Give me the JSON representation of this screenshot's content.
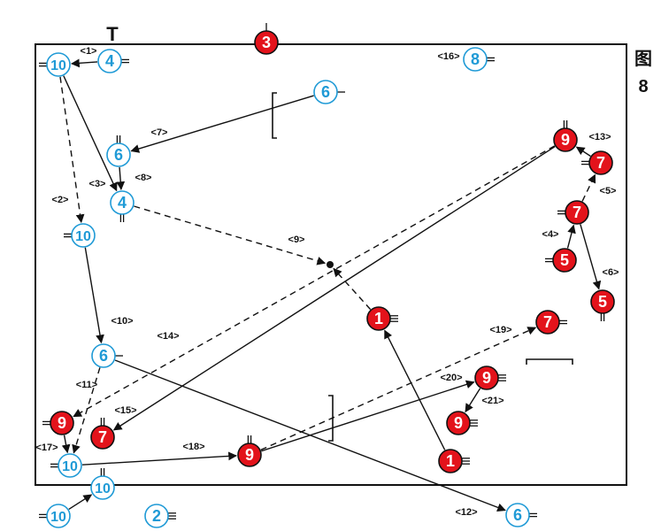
{
  "figure": {
    "caption_char": "图",
    "caption_num": "8"
  },
  "colors": {
    "red": "#e3131b",
    "blue": "#1f9ad6",
    "line": "#111111"
  },
  "tee_symbol": "T",
  "nodes": [
    {
      "id": "b10a",
      "label": "10",
      "team": "blue"
    },
    {
      "id": "b4a",
      "label": "4",
      "team": "blue"
    },
    {
      "id": "r3",
      "label": "3",
      "team": "red"
    },
    {
      "id": "b8",
      "label": "8",
      "team": "blue"
    },
    {
      "id": "b6a",
      "label": "6",
      "team": "blue"
    },
    {
      "id": "b6b",
      "label": "6",
      "team": "blue"
    },
    {
      "id": "b4b",
      "label": "4",
      "team": "blue"
    },
    {
      "id": "b10b",
      "label": "10",
      "team": "blue"
    },
    {
      "id": "r9a",
      "label": "9",
      "team": "red"
    },
    {
      "id": "r7a",
      "label": "7",
      "team": "red"
    },
    {
      "id": "r7b",
      "label": "7",
      "team": "red"
    },
    {
      "id": "r5a",
      "label": "5",
      "team": "red"
    },
    {
      "id": "r5b",
      "label": "5",
      "team": "red"
    },
    {
      "id": "r1a",
      "label": "1",
      "team": "red"
    },
    {
      "id": "r7c",
      "label": "7",
      "team": "red"
    },
    {
      "id": "b6c",
      "label": "6",
      "team": "blue"
    },
    {
      "id": "r9b",
      "label": "9",
      "team": "red"
    },
    {
      "id": "r9c",
      "label": "9",
      "team": "red"
    },
    {
      "id": "r9d",
      "label": "9",
      "team": "red"
    },
    {
      "id": "r7d",
      "label": "7",
      "team": "red"
    },
    {
      "id": "b10c",
      "label": "10",
      "team": "blue"
    },
    {
      "id": "r9e",
      "label": "9",
      "team": "red"
    },
    {
      "id": "r1b",
      "label": "1",
      "team": "red"
    },
    {
      "id": "b10d",
      "label": "10",
      "team": "blue"
    },
    {
      "id": "b10e",
      "label": "10",
      "team": "blue"
    },
    {
      "id": "b2",
      "label": "2",
      "team": "blue"
    },
    {
      "id": "b6d",
      "label": "6",
      "team": "blue"
    }
  ],
  "edges": [
    {
      "from": "b4a",
      "to": "b10a",
      "style": "solid",
      "label": "<1>"
    },
    {
      "from": "b10a",
      "to": "b10b",
      "style": "dashed",
      "label": "<2>"
    },
    {
      "from": "b10a",
      "to": "b4b",
      "style": "solid",
      "label": "<3>"
    },
    {
      "from": "b6a",
      "to": "b6b",
      "style": "solid",
      "label": "<7>"
    },
    {
      "from": "b6b",
      "to": "b4b",
      "style": "solid",
      "label": "<8>"
    },
    {
      "from": "b4b",
      "to": "ball",
      "style": "dashed",
      "label": "<9>"
    },
    {
      "from": "b10b",
      "to": "b6c",
      "style": "solid",
      "label": "<10>"
    },
    {
      "from": "b6c",
      "to": "b10c",
      "style": "dashed",
      "label": "<11>"
    },
    {
      "from": "b6c",
      "to": "b6d",
      "style": "solid",
      "label": "<12>"
    },
    {
      "from": "r7a",
      "to": "r9a",
      "style": "solid",
      "label": "<13>"
    },
    {
      "from": "r9a",
      "to": "r9b",
      "style": "dashed",
      "label": "<14>"
    },
    {
      "from": "r9a",
      "to": "r7d",
      "style": "solid",
      "label": "<15>"
    },
    {
      "from": "r9b",
      "to": "b10c",
      "style": "solid",
      "label": "<17>"
    },
    {
      "from": "b10c",
      "to": "r9e",
      "style": "solid",
      "label": "<18>"
    },
    {
      "from": "r9e",
      "to": "r7c",
      "style": "dashed",
      "label": "<19>"
    },
    {
      "from": "r9e",
      "to": "r9c",
      "style": "solid",
      "label": "<20>"
    },
    {
      "from": "r9c",
      "to": "r9d",
      "style": "solid",
      "label": "<21>"
    },
    {
      "from": "r5a",
      "to": "r7b",
      "style": "solid",
      "label": "<4>"
    },
    {
      "from": "r7b",
      "to": "r7a",
      "style": "dashed",
      "label": "<5>"
    },
    {
      "from": "r7b",
      "to": "r5b",
      "style": "solid",
      "label": "<6>"
    },
    {
      "from": "r1b",
      "to": "r1a",
      "style": "solid",
      "label": ""
    },
    {
      "from": "r1a",
      "to": "ball",
      "style": "dashed",
      "label": ""
    },
    {
      "from": "b10e",
      "to": "b10d",
      "style": "solid",
      "label": ""
    }
  ],
  "standalone_labels": [
    "<16>"
  ]
}
